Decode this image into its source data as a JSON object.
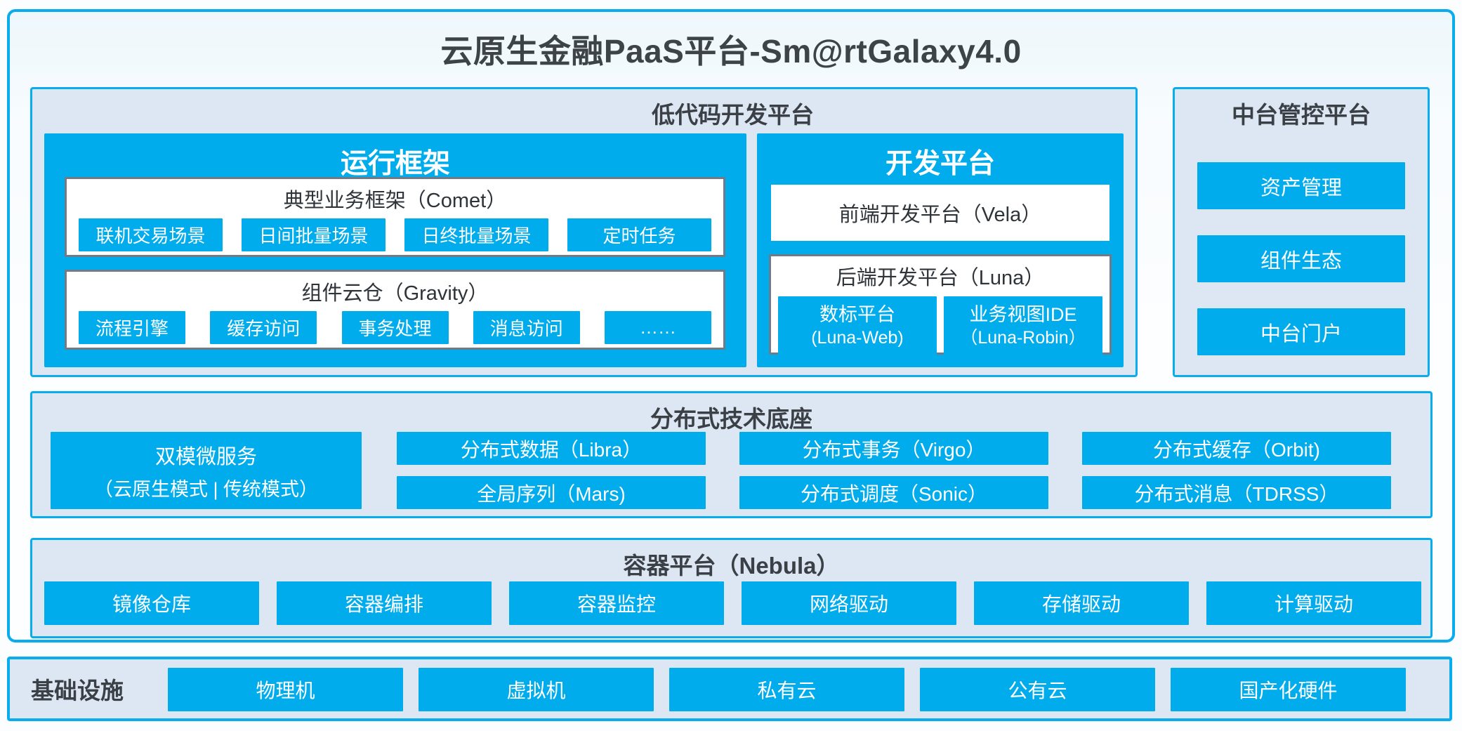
{
  "diagram": {
    "title": "云原生金融PaaS平台-Sm@rtGalaxy4.0"
  },
  "colors": {
    "accent_blue": "#00ACEC",
    "panel_background": "#DDE7F3",
    "panel_border_blue": "#09ACEC",
    "box_border_gray": "#6F7B88",
    "text_dark": "#3A4046",
    "text_white": "#FFFFFF"
  },
  "lowcode": {
    "title": "低代码开发平台",
    "runtime": {
      "title": "运行框架",
      "comet": {
        "title": "典型业务框架（Comet）",
        "items": [
          "联机交易场景",
          "日间批量场景",
          "日终批量场景",
          "定时任务"
        ]
      },
      "gravity": {
        "title": "组件云仓（Gravity）",
        "items": [
          "流程引擎",
          "缓存访问",
          "事务处理",
          "消息访问",
          "……"
        ]
      }
    },
    "dev": {
      "title": "开发平台",
      "vela_title": "前端开发平台（Vela）",
      "luna": {
        "title": "后端开发平台（Luna）",
        "items": [
          {
            "line1": "数标平台",
            "line2": "(Luna-Web)"
          },
          {
            "line1": "业务视图IDE",
            "line2": "（Luna-Robin）"
          }
        ]
      }
    }
  },
  "midplatform": {
    "title": "中台管控平台",
    "items": [
      "资产管理",
      "组件生态",
      "中台门户"
    ]
  },
  "distributed": {
    "title": "分布式技术底座",
    "dual": {
      "line1": "双模微服务",
      "line2": "（云原生模式 | 传统模式）"
    },
    "cells": [
      "分布式数据（Libra）",
      "分布式事务（Virgo）",
      "分布式缓存（Orbit)",
      "全局序列（Mars)",
      "分布式调度（Sonic）",
      "分布式消息（TDRSS）"
    ]
  },
  "container_platform": {
    "title": "容器平台（Nebula）",
    "items": [
      "镜像仓库",
      "容器编排",
      "容器监控",
      "网络驱动",
      "存储驱动",
      "计算驱动"
    ]
  },
  "infrastructure": {
    "title": "基础设施",
    "items": [
      "物理机",
      "虚拟机",
      "私有云",
      "公有云",
      "国产化硬件"
    ]
  }
}
